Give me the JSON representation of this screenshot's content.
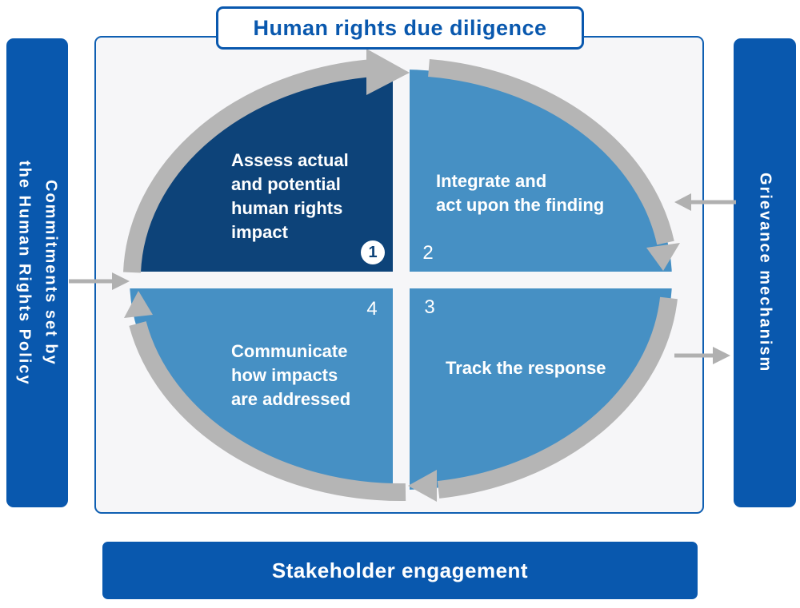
{
  "title": "Human rights due diligence",
  "left_sidebar": {
    "label": "Commitments set by\nthe Human Rights Policy"
  },
  "right_sidebar": {
    "label": "Grievance mechanism"
  },
  "bottom_bar": {
    "label": "Stakeholder engagement"
  },
  "cycle": {
    "quadrants": [
      {
        "number": "1",
        "label": "Assess actual\nand potential\nhuman rights\nimpact",
        "color": "#0d4379"
      },
      {
        "number": "2",
        "label": "Integrate and\nact upon the finding",
        "color": "#4690c4"
      },
      {
        "number": "3",
        "label": "Track the response",
        "color": "#4690c4"
      },
      {
        "number": "4",
        "label": "Communicate\nhow impacts\nare addressed",
        "color": "#4690c4"
      }
    ],
    "direction": "clockwise"
  },
  "colors": {
    "brand_blue": "#0958ae",
    "navy_quadrant": "#0d4379",
    "mid_blue_quadrant": "#4690c4",
    "cycle_arrow_gray": "#b5b5b5",
    "connector_arrow_gray": "#b0b0b0",
    "panel_background": "#f6f6f8"
  }
}
